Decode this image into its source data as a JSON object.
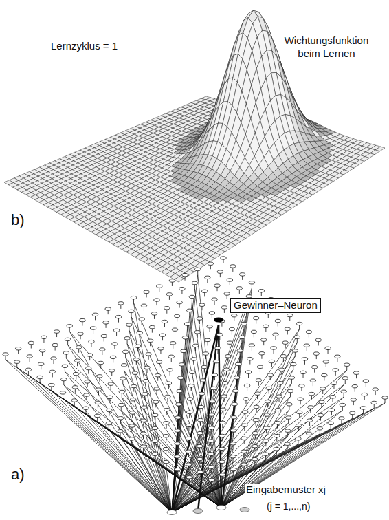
{
  "diagram": {
    "nodes": [
      {
        "text": [
          "Gewinner–Neuron"
        ]
      }
    ],
    "labels": [
      "Lernzyklus = 1",
      "Wichtungsfunktion beim Lernen",
      "b)",
      "a)",
      "Eingabemuster xj",
      "(j = 1,...,n)"
    ]
  }
}
